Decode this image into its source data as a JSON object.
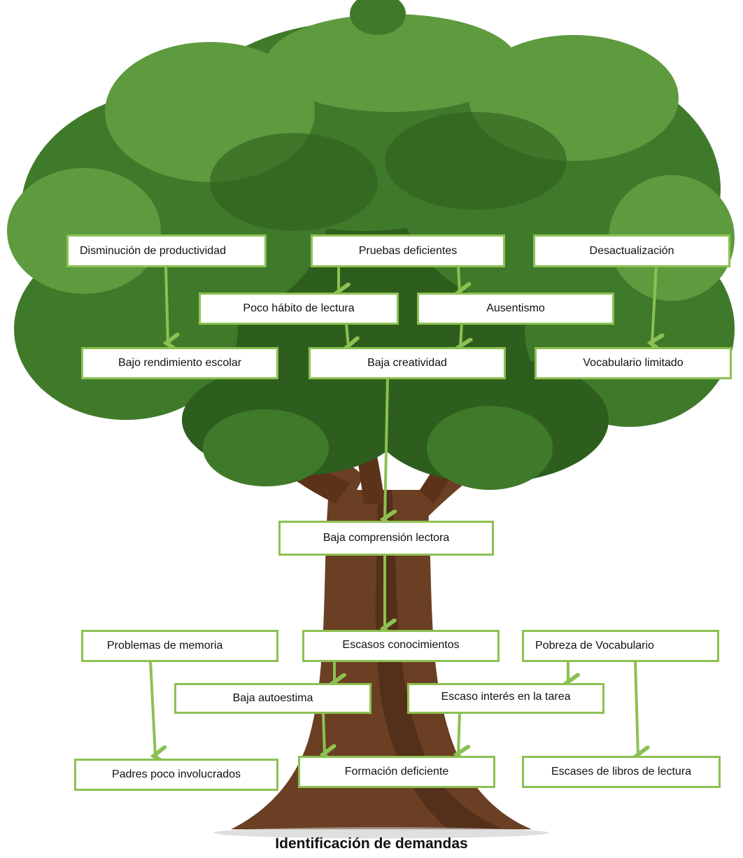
{
  "title": "Identificación de demandas",
  "colors": {
    "box_border": "#8cc152",
    "arrow": "#8cc152",
    "foliage_dark": "#2e5e1e",
    "foliage_mid": "#3f7a2a",
    "foliage_light": "#5e9a3e",
    "trunk": "#6b3f23",
    "trunk_dark": "#4a2a16"
  },
  "nodes": {
    "disminucion": "Disminución de productividad",
    "pruebas": "Pruebas deficientes",
    "desactualizacion": "Desactualización",
    "poco_habito": "Poco hábito de lectura",
    "ausentismo": "Ausentismo",
    "bajo_rendimiento": "Bajo rendimiento escolar",
    "baja_creatividad": "Baja creatividad",
    "vocabulario_limitado": "Vocabulario limitado",
    "baja_comprension": "Baja comprensión lectora",
    "problemas_memoria": "Problemas de memoria",
    "escasos_conocimientos": "Escasos conocimientos",
    "pobreza_vocabulario": "Pobreza de Vocabulario",
    "baja_autoestima": "Baja autoestima",
    "escaso_interes": "Escaso interés en la tarea",
    "padres": "Padres poco involucrados",
    "formacion": "Formación deficiente",
    "escases_libros": "Escases de libros de lectura"
  }
}
